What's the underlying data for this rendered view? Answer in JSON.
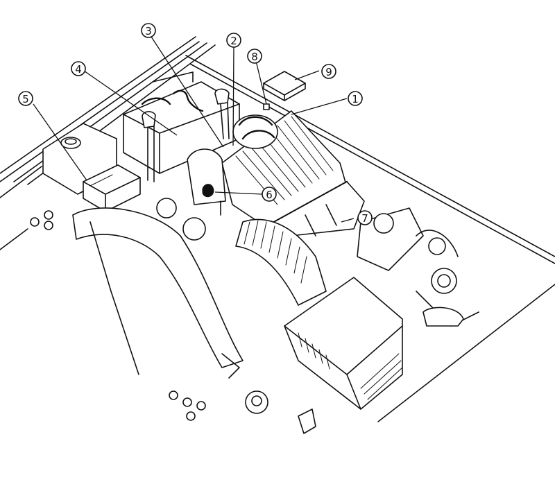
{
  "figure": {
    "subject": "Engine compartment component locations (line drawing)",
    "callouts": [
      {
        "id": "1",
        "label": "1"
      },
      {
        "id": "2",
        "label": "2"
      },
      {
        "id": "3",
        "label": "3"
      },
      {
        "id": "4",
        "label": "4"
      },
      {
        "id": "5",
        "label": "5"
      },
      {
        "id": "6",
        "label": "6"
      },
      {
        "id": "7",
        "label": "7"
      },
      {
        "id": "8",
        "label": "8"
      },
      {
        "id": "9",
        "label": "9"
      }
    ]
  }
}
